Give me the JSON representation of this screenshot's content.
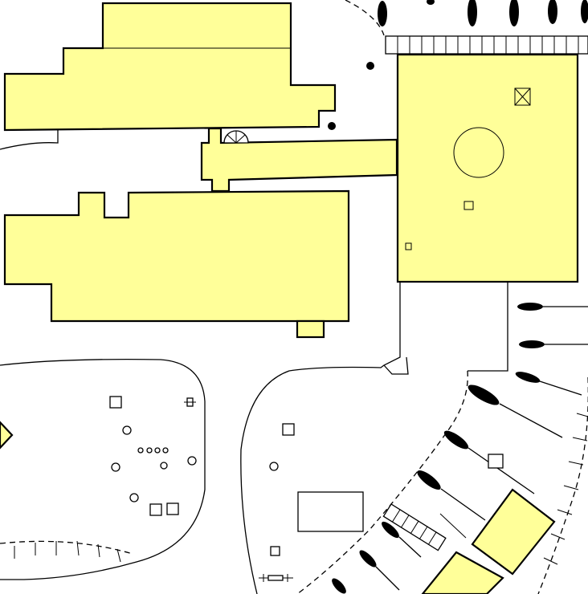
{
  "map": {
    "colors": {
      "building_fill": "#ffff99",
      "outline": "#000000",
      "background": "#ffffff"
    },
    "layers": [
      "buildings",
      "paths",
      "parking-bays",
      "trees",
      "street-furniture",
      "stairs"
    ]
  }
}
